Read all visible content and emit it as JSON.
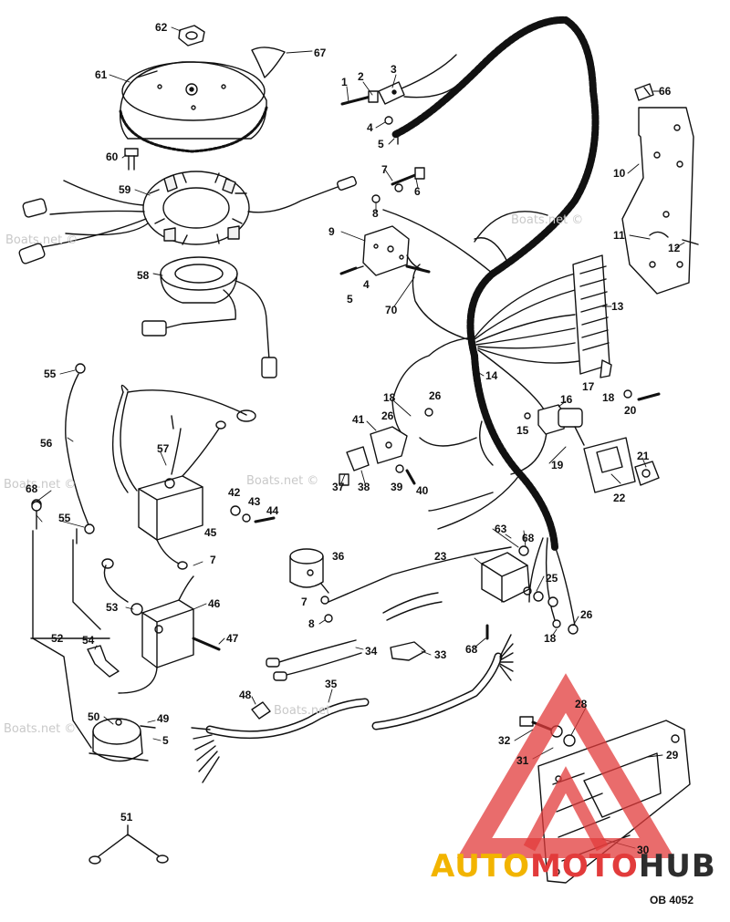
{
  "watermarks": [
    "Boats.net ©",
    "Boats.net ©",
    "Boats.net ©",
    "Boats.net ©",
    "Boats.net ©",
    "Boats.net"
  ],
  "drawing_code": "OB 4052",
  "logo": {
    "part1": "AUTO",
    "part2": "MOTO",
    "part3": "HUB",
    "colors": {
      "auto": "#f2b400",
      "moto": "#e23b3b",
      "hub": "#2d2d2d",
      "triangle": "#e23b3b"
    }
  },
  "callouts": [
    "62",
    "67",
    "61",
    "60",
    "59",
    "58",
    "1",
    "2",
    "3",
    "4",
    "5",
    "66",
    "10",
    "7",
    "6",
    "8",
    "9",
    "11",
    "12",
    "70",
    "4",
    "5",
    "13",
    "55",
    "56",
    "57",
    "14",
    "18",
    "26",
    "16",
    "41",
    "26",
    "17",
    "18",
    "20",
    "15",
    "19",
    "21",
    "22",
    "37",
    "38",
    "39",
    "40",
    "68",
    "42",
    "43",
    "44",
    "45",
    "55",
    "36",
    "63",
    "68",
    "23",
    "7",
    "25",
    "7",
    "46",
    "53",
    "47",
    "8",
    "26",
    "18",
    "52",
    "54",
    "34",
    "33",
    "68",
    "35",
    "48",
    "50",
    "49",
    "5",
    "28",
    "32",
    "31",
    "29",
    "51",
    "30"
  ]
}
